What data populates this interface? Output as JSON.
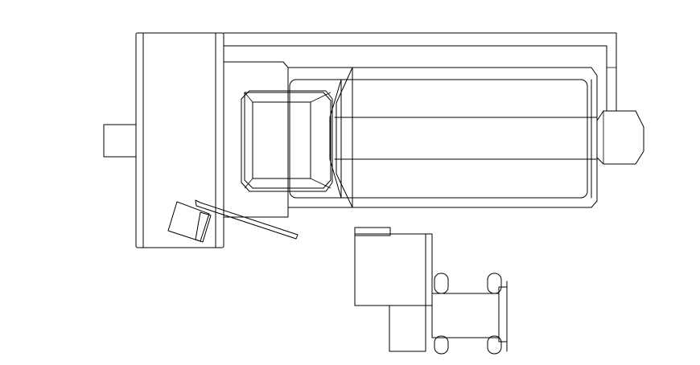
{
  "drawing": {
    "background": "#ffffff",
    "stroke_color": "#000000",
    "components": [
      "machine-base-frame",
      "motor-housing",
      "drive-shaft",
      "control-panel",
      "seat-cushion",
      "main-drum-cylinder",
      "end-cap",
      "swing-arm",
      "swing-arm-block",
      "auxiliary-cabinet",
      "axle-assembly",
      "wheels"
    ]
  }
}
